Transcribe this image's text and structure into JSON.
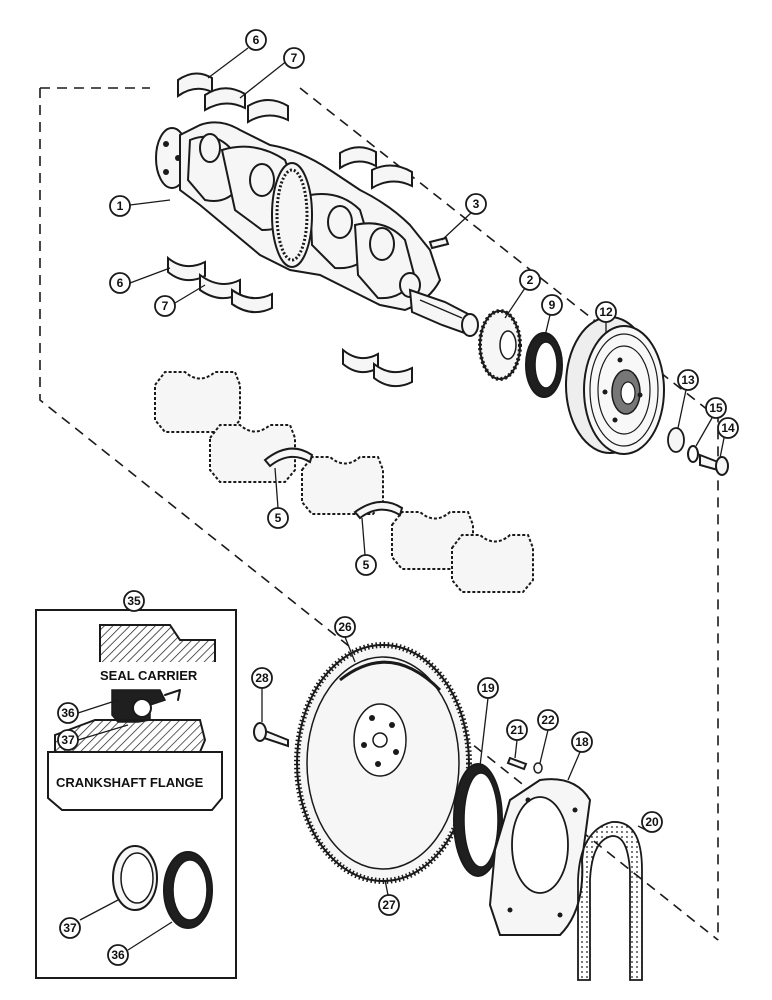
{
  "inset": {
    "number": "35",
    "seal_carrier_label": "SEAL CARRIER",
    "crankshaft_flange_label": "CRANKSHAFT FLANGE"
  },
  "callouts": {
    "c1": "1",
    "c2": "2",
    "c3": "3",
    "c5a": "5",
    "c5b": "5",
    "c6a": "6",
    "c6b": "6",
    "c7a": "7",
    "c7b": "7",
    "c9": "9",
    "c12": "12",
    "c13": "13",
    "c14": "14",
    "c15": "15",
    "c18": "18",
    "c19": "19",
    "c20": "20",
    "c21": "21",
    "c22": "22",
    "c26": "26",
    "c27": "27",
    "c28": "28",
    "c36a": "36",
    "c37a": "37",
    "c37b": "37",
    "c36b": "36"
  }
}
